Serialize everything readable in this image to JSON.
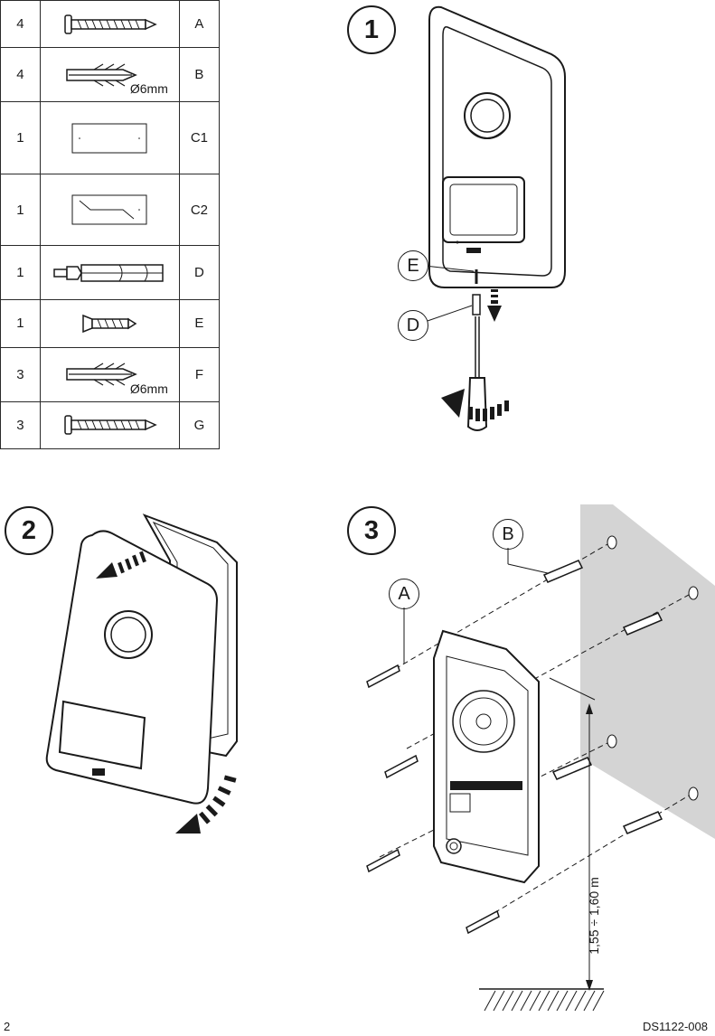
{
  "parts": [
    {
      "qty": "4",
      "code": "A",
      "icon": "screw-icon",
      "dia": ""
    },
    {
      "qty": "4",
      "code": "B",
      "icon": "wall-plug-icon",
      "dia": "Ø6mm"
    },
    {
      "qty": "1",
      "code": "C1",
      "icon": "label-blank-icon",
      "dia": ""
    },
    {
      "qty": "1",
      "code": "C2",
      "icon": "label-cutout-icon",
      "dia": ""
    },
    {
      "qty": "1",
      "code": "D",
      "icon": "bit-icon",
      "dia": ""
    },
    {
      "qty": "1",
      "code": "E",
      "icon": "small-screw-icon",
      "dia": ""
    },
    {
      "qty": "3",
      "code": "F",
      "icon": "wall-plug-icon",
      "dia": "Ø6mm"
    },
    {
      "qty": "3",
      "code": "G",
      "icon": "screw-icon",
      "dia": ""
    }
  ],
  "steps": {
    "step1": "1",
    "step2": "2",
    "step3": "3"
  },
  "callouts": {
    "e": "E",
    "d": "D",
    "a": "A",
    "b": "B"
  },
  "height_label": "1,55 ÷ 1,60 m",
  "footer": {
    "page": "2",
    "doc_id": "DS1122-008"
  }
}
